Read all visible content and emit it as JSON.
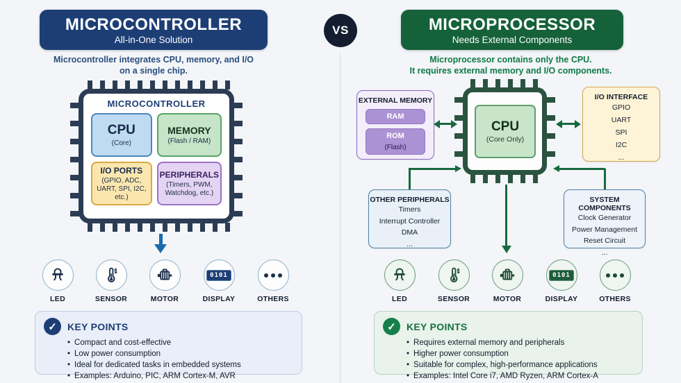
{
  "colors": {
    "bg": "#f3f5f8",
    "left-brand": "#1d3e75",
    "left-desc": "#2a4e7e",
    "left-chip-border": "#2b3c54",
    "left-accent": "#1a6bae",
    "right-brand": "#15613a",
    "right-desc": "#0e7a47",
    "right-chip-border": "#2a5340",
    "green-arrow": "#17693f",
    "vs-bg": "#141e30"
  },
  "vs_label": "VS",
  "left": {
    "header": {
      "title": "MICROCONTROLLER",
      "subtitle": "All-in-One Solution"
    },
    "description_line1": "Microcontroller integrates CPU, memory, and I/O",
    "description_line2": "on a single chip.",
    "chip": {
      "label": "MICROCONTROLLER",
      "blocks": [
        {
          "title": "CPU",
          "line1": "(Core)"
        },
        {
          "title": "MEMORY",
          "line1": "(Flash / RAM)"
        },
        {
          "title": "I/O PORTS",
          "line1": "(GPIO, ADC,",
          "line2": "UART, SPI, I2C, etc.)"
        },
        {
          "title": "PERIPHERALS",
          "line1": "(Timers, PWM,",
          "line2": "Watchdog, etc.)"
        }
      ]
    },
    "icons": [
      {
        "label": "LED"
      },
      {
        "label": "SENSOR"
      },
      {
        "label": "MOTOR"
      },
      {
        "label": "DISPLAY",
        "glyph": "0101"
      },
      {
        "label": "OTHERS"
      }
    ],
    "key_points": {
      "title": "KEY POINTS",
      "items": [
        "Compact and cost-effective",
        "Low power consumption",
        "Ideal for dedicated tasks in embedded systems",
        "Examples: Arduino, PIC, ARM Cortex-M, AVR"
      ]
    }
  },
  "right": {
    "header": {
      "title": "MICROPROCESSOR",
      "subtitle": "Needs External Components"
    },
    "description_line1": "Microprocessor contains only the CPU.",
    "description_line2": "It requires external memory and I/O components.",
    "external_memory": {
      "title": "EXTERNAL MEMORY",
      "ram_label": "RAM",
      "rom_label": "ROM",
      "rom_sub": "(Flash)"
    },
    "cpu_chip": {
      "title": "CPU",
      "subtitle": "(Core Only)"
    },
    "io_interface": {
      "title": "I/O INTERFACE",
      "items": [
        "GPIO",
        "UART",
        "SPI",
        "I2C",
        "..."
      ]
    },
    "other_peripherals": {
      "title": "OTHER PERIPHERALS",
      "items": [
        "Timers",
        "Interrupt Controller",
        "DMA",
        "..."
      ]
    },
    "system_components": {
      "title": "SYSTEM COMPONENTS",
      "items": [
        "Clock Generator",
        "Power Management",
        "Reset Circuit",
        "..."
      ]
    },
    "icons": [
      {
        "label": "LED"
      },
      {
        "label": "SENSOR"
      },
      {
        "label": "MOTOR"
      },
      {
        "label": "DISPLAY",
        "glyph": "0101"
      },
      {
        "label": "OTHERS"
      }
    ],
    "key_points": {
      "title": "KEY POINTS",
      "items": [
        "Requires external memory and peripherals",
        "Higher power consumption",
        "Suitable for complex, high-performance applications",
        "Examples: Intel Core i7, AMD Ryzen, ARM Cortex-A"
      ]
    }
  }
}
